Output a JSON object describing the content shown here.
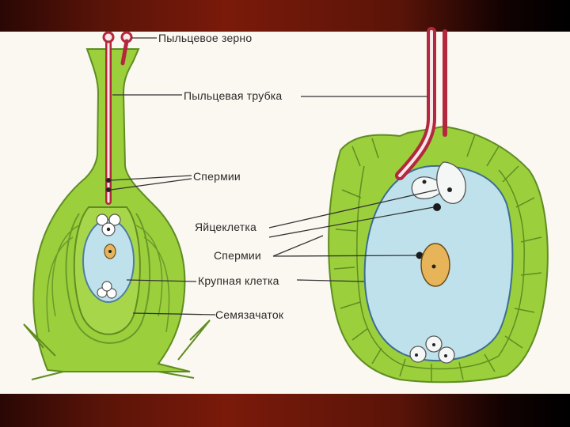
{
  "slide": {
    "colors": {
      "frame_dark": "#2a0704",
      "frame_red": "#7a1a0a",
      "panel": "#fbf7f1",
      "tissue_green": "#9ccf3c",
      "tissue_outline": "#5f8d22",
      "sac_blue": "#bfe1ec",
      "tube_red": "#b3283c",
      "large_cell": "#e8b45a"
    }
  },
  "labels": {
    "pollen_grain": "Пыльцевое зерно",
    "pollen_tube": "Пыльцевая трубка",
    "sperm_top": "Спермии",
    "egg_cell": "Яйцеклетка",
    "sperm_right": "Спермии",
    "large_cell": "Крупная клетка",
    "ovule": "Семязачаток"
  }
}
